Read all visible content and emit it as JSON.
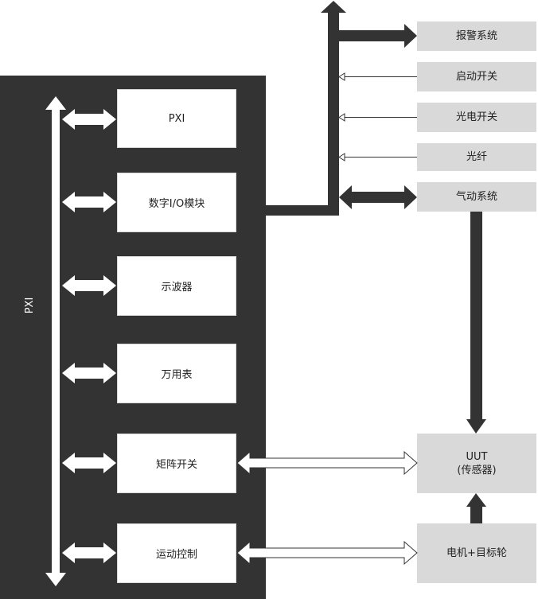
{
  "bus": {
    "label": "PXI"
  },
  "modules": [
    {
      "id": "pxi",
      "label": "PXI"
    },
    {
      "id": "digital-io",
      "label": "数字I/O模块"
    },
    {
      "id": "oscilloscope",
      "label": "示波器"
    },
    {
      "id": "multimeter",
      "label": "万用表"
    },
    {
      "id": "matrix-switch",
      "label": "矩阵开关"
    },
    {
      "id": "motion-control",
      "label": "运动控制"
    }
  ],
  "peripherals": [
    {
      "id": "alarm-system",
      "label": "报警系统"
    },
    {
      "id": "start-switch",
      "label": "启动开关"
    },
    {
      "id": "photoelectric-switch",
      "label": "光电开关"
    },
    {
      "id": "optical-fiber",
      "label": "光纤"
    },
    {
      "id": "pneumatic-system",
      "label": "气动系统"
    },
    {
      "id": "uut",
      "label": "UUT\n(传感器)"
    },
    {
      "id": "motor-target-wheel",
      "label": "电机+目标轮"
    }
  ],
  "colors": {
    "panel": "#333333",
    "box": "#d9d9d9",
    "module": "#ffffff",
    "connector": "#333333"
  }
}
